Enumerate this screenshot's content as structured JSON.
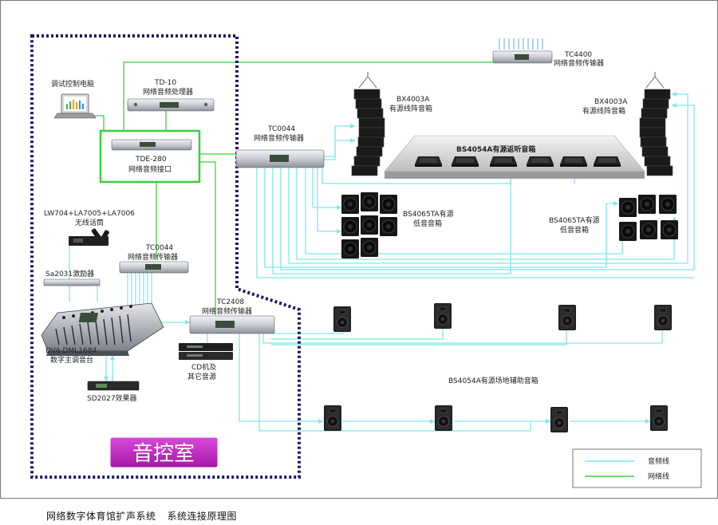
{
  "caption": {
    "title": "网络数字体育馆扩声系统",
    "subtitle": "系统连接原理图"
  },
  "control_room": {
    "label": "音控室"
  },
  "devices": {
    "pc_debug": {
      "name": "调试控制电脑"
    },
    "td10": {
      "model": "TD-10",
      "name": "网络音频处理器"
    },
    "tde280": {
      "model": "TDE-280",
      "name": "网络音频接口"
    },
    "tc0044_upper": {
      "model": "TC0044",
      "name": "网络音频传输器"
    },
    "tc0044_lower": {
      "model": "TC0044",
      "name": "网络音频传输器"
    },
    "tc4400": {
      "model": "TC4400",
      "name": "网络音频传输器"
    },
    "tc2408": {
      "model": "TC2408",
      "name": "网络音频传输器"
    },
    "wireless_mic": {
      "model": "LW704+LA7005+LA7006",
      "name": "无线话筒"
    },
    "exciter": {
      "name": "Sa2031激励器"
    },
    "mixer": {
      "model": "DVA-DML1684",
      "name": "数字主调音台"
    },
    "cd": {
      "name_line1": "CD机及",
      "name_line2": "其它音源"
    },
    "effects": {
      "name": "SD2027效果器"
    },
    "line_array_left": {
      "model": "BX4003A",
      "name": "有源线阵音箱"
    },
    "line_array_right": {
      "model": "BX4003A",
      "name": "有源线阵音箱"
    },
    "monitors": {
      "name": "BS4054A有源返听音箱"
    },
    "sub_left": {
      "name_line1": "BS4065TA有源",
      "name_line2": "低音音箱"
    },
    "sub_right": {
      "name_line1": "BS4065TA有源",
      "name_line2": "低音音箱"
    },
    "aux_speakers": {
      "name": "BS4054A有源场地辅助音箱"
    }
  },
  "legend": {
    "audio_line": "音频线",
    "network_line": "网络线"
  },
  "colors": {
    "audio": "#7fe6ea",
    "network": "#3ccf3c",
    "dotted_border": "#1a1a66",
    "room_label_bg": "#c21fc2"
  },
  "icons": {
    "speaker": "speaker-cabinet-icon",
    "rack": "rack-unit-icon",
    "laptop": "laptop-icon",
    "microphone": "microphone-icon",
    "mixer": "mixing-console-icon"
  }
}
